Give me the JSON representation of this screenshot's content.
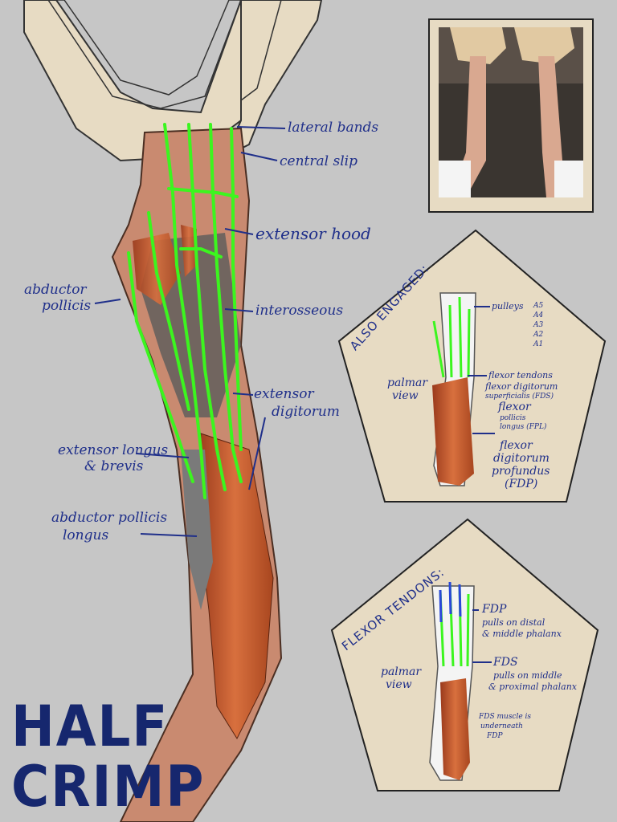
{
  "title": {
    "line1": "HALF",
    "line2": "CRIMP"
  },
  "main_labels": {
    "lateral_bands": "lateral bands",
    "central_slip": "central slip",
    "extensor_hood": "extensor hood",
    "abductor_pollicis_1": "abductor",
    "abductor_pollicis_2": "pollicis",
    "interosseous": "interosseous",
    "extensor_digitorum_1": "extensor",
    "extensor_digitorum_2": "digitorum",
    "extensor_longus_1": "extensor longus",
    "extensor_longus_2": "& brevis",
    "abductor_pollicis_longus_1": "abductor pollicis",
    "abductor_pollicis_longus_2": "longus"
  },
  "panel_also": {
    "heading": "ALSO ENGAGED:",
    "view_1": "palmar",
    "view_2": "view",
    "pulleys": "pulleys",
    "pulley_names": [
      "A5",
      "A4",
      "A3",
      "A2",
      "A1"
    ],
    "flexor_tendons": "flexor tendons",
    "fds_1": "flexor digitorum",
    "fds_2": "superficialis (FDS)",
    "fpl_1": "flexor",
    "fpl_2": "pollicis",
    "fpl_3": "longus (FPL)",
    "fdp_1": "flexor",
    "fdp_2": "digitorum",
    "fdp_3": "profundus",
    "fdp_4": "(FDP)"
  },
  "panel_flexor": {
    "heading": "FLEXOR TENDONS:",
    "view_1": "palmar",
    "view_2": "view",
    "fdp": "FDP",
    "fdp_desc_1": "pulls on distal",
    "fdp_desc_2": "& middle phalanx",
    "fds": "FDS",
    "fds_desc_1": "pulls on middle",
    "fds_desc_2": "& proximal phalanx",
    "note_1": "FDS muscle is",
    "note_2": "underneath",
    "note_3": "FDP"
  },
  "colors": {
    "background": "#c6c6c6",
    "hangboard": "#e7dbc3",
    "muscle": "#c0582e",
    "tendon": "#3cf51f",
    "ink": "#1f2f8a",
    "skin": "#c98a70"
  }
}
